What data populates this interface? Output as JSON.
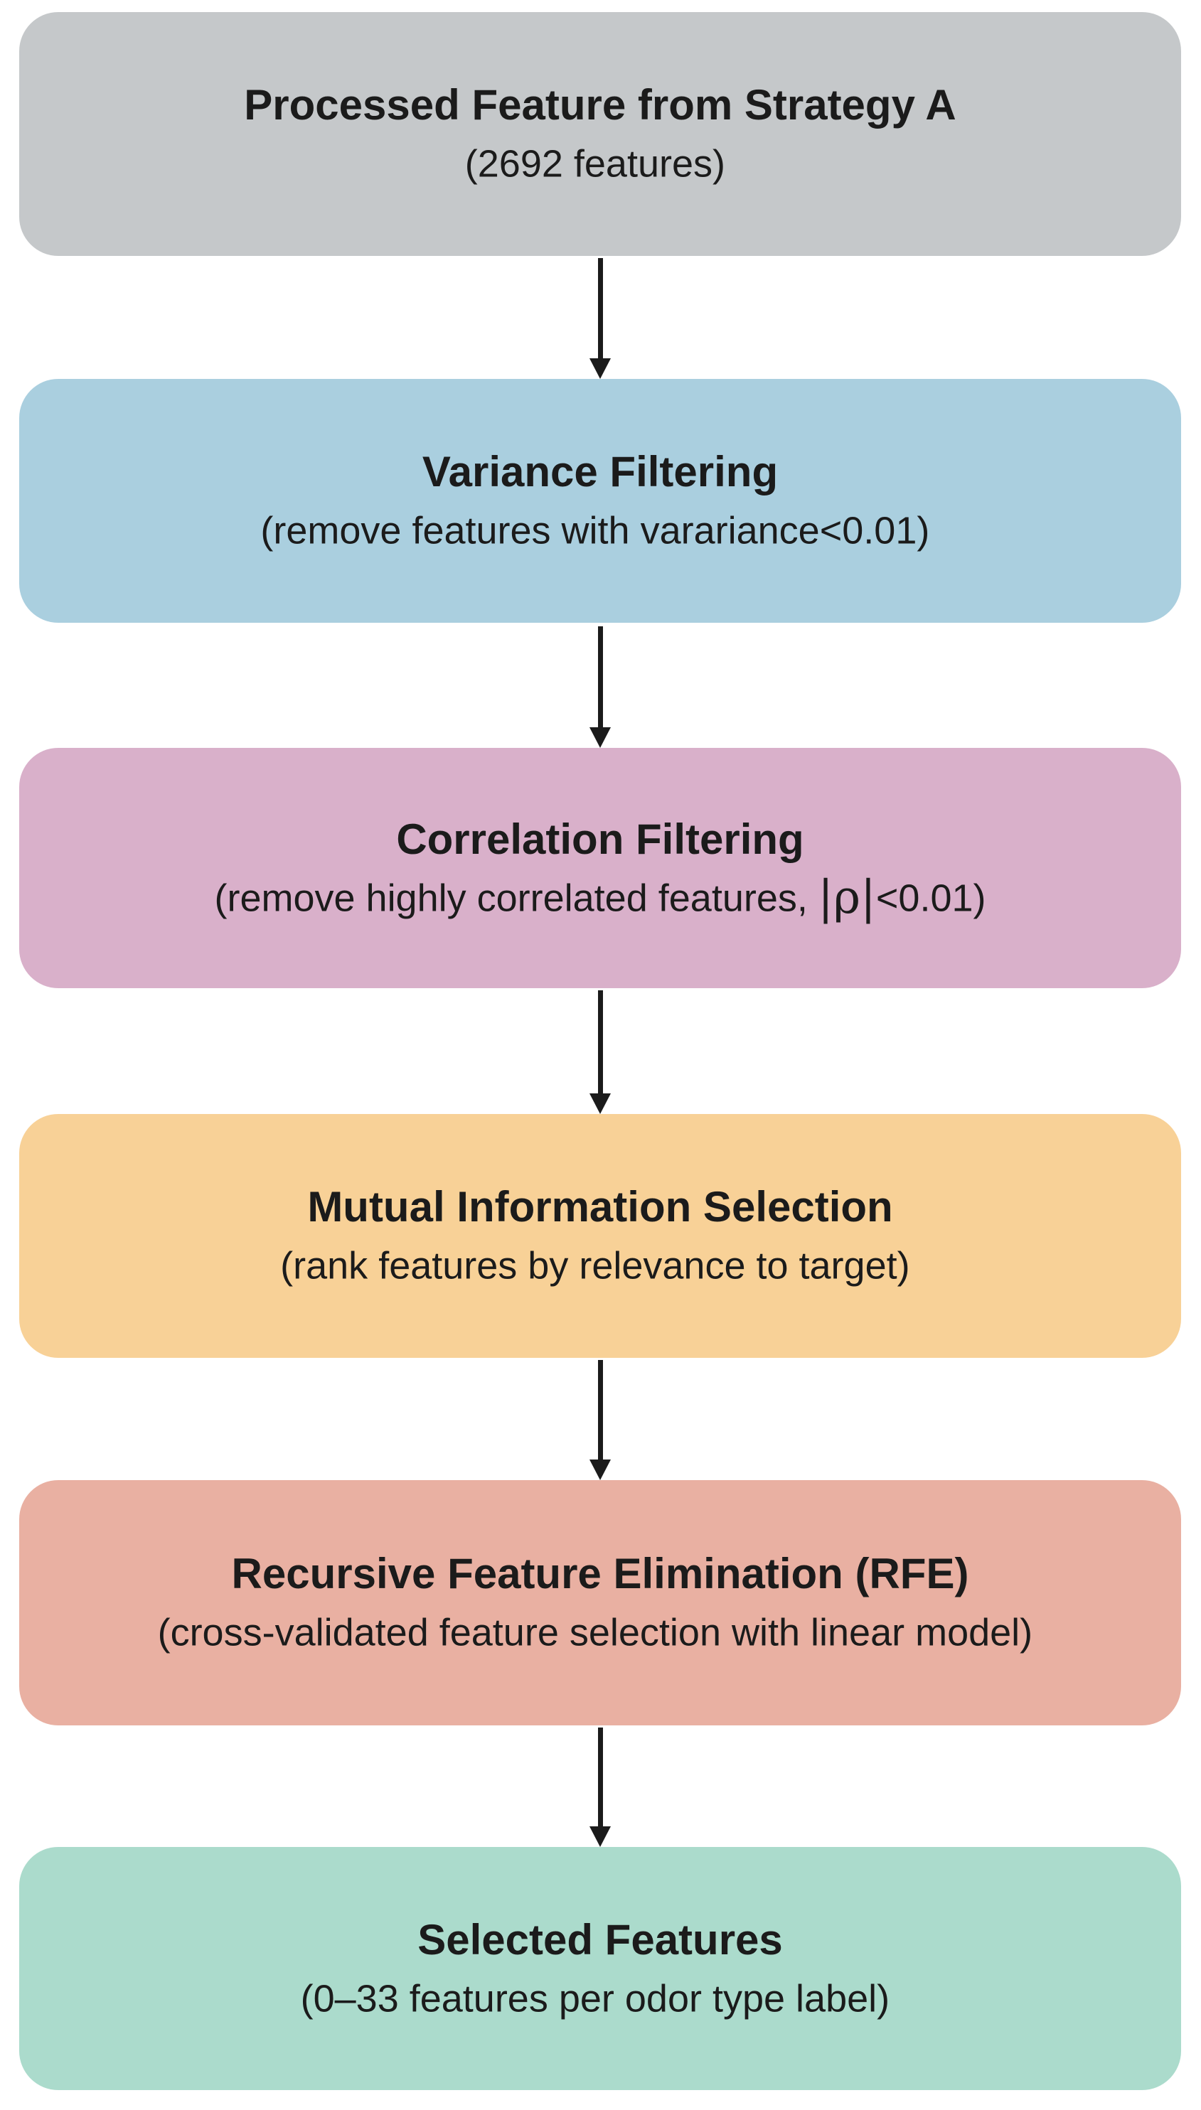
{
  "flowchart": {
    "background_color": "#ffffff",
    "text_color": "#1b1b1b",
    "arrow_color": "#1b1b1b",
    "boxes": [
      {
        "title": "Processed Feature from Strategy A",
        "subtitle_pre": "(2692 features)",
        "subtitle_math": "",
        "subtitle_post": "",
        "fill": "#c5c8ca"
      },
      {
        "title": "Variance Filtering",
        "subtitle_pre": "(remove features with varariance<0.01)",
        "subtitle_math": "",
        "subtitle_post": "",
        "fill": "#aacfdf"
      },
      {
        "title": "Correlation Filtering",
        "subtitle_pre": "(remove highly correlated features,",
        "subtitle_math": "|ρ|",
        "subtitle_post": "<0.01)",
        "fill": "#d9b0ca"
      },
      {
        "title": "Mutual Information Selection",
        "subtitle_pre": "(rank features by relevance to target)",
        "subtitle_math": "",
        "subtitle_post": "",
        "fill": "#f8d197"
      },
      {
        "title": "Recursive Feature Elimination (RFE)",
        "subtitle_pre": "(cross-validated feature selection with linear model)",
        "subtitle_math": "",
        "subtitle_post": "",
        "fill": "#e9b0a2"
      },
      {
        "title": "Selected Features",
        "subtitle_pre": "(0–33 features per odor type label)",
        "subtitle_math": "",
        "subtitle_post": "",
        "fill": "#abdbcc"
      }
    ]
  }
}
